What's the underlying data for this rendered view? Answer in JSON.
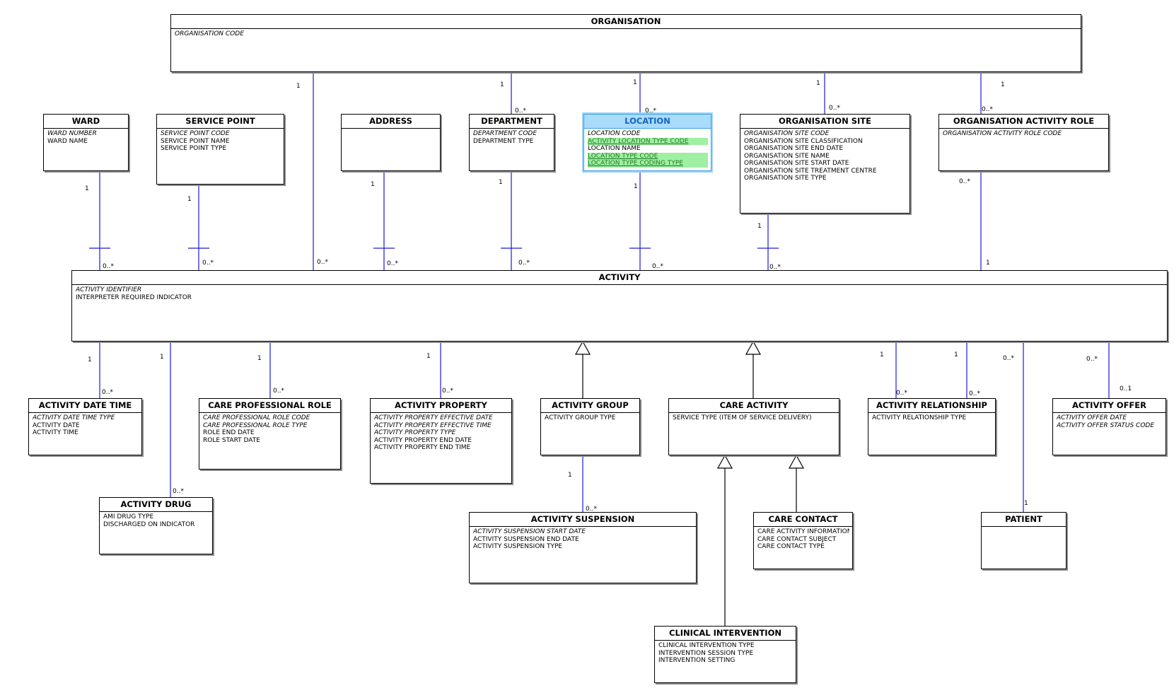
{
  "entities": [
    {
      "id": "organisation",
      "title": "ORGANISATION",
      "attrs": [
        {
          "text": "ORGANISATION CODE",
          "key": true
        }
      ]
    },
    {
      "id": "ward",
      "title": "WARD",
      "attrs": [
        {
          "text": "WARD NUMBER",
          "key": true
        },
        {
          "text": "WARD NAME"
        }
      ]
    },
    {
      "id": "service-point",
      "title": "SERVICE POINT",
      "attrs": [
        {
          "text": "SERVICE POINT CODE",
          "key": true
        },
        {
          "text": "SERVICE POINT NAME"
        },
        {
          "text": "SERVICE POINT TYPE"
        }
      ]
    },
    {
      "id": "address",
      "title": "ADDRESS",
      "attrs": []
    },
    {
      "id": "department",
      "title": "DEPARTMENT",
      "attrs": [
        {
          "text": "DEPARTMENT CODE",
          "key": true
        },
        {
          "text": "DEPARTMENT TYPE"
        }
      ]
    },
    {
      "id": "location",
      "title": "LOCATION",
      "selected": true,
      "attrs": [
        {
          "text": "LOCATION CODE",
          "key": true
        },
        {
          "text": "ACTIVITY LOCATION TYPE CODE",
          "highlight": true
        },
        {
          "text": "LOCATION NAME"
        },
        {
          "text": "LOCATION TYPE CODE",
          "highlight": true
        },
        {
          "text": "LOCATION TYPE CODING TYPE",
          "highlight": true
        }
      ]
    },
    {
      "id": "organisation-site",
      "title": "ORGANISATION SITE",
      "attrs": [
        {
          "text": "ORGANISATION SITE CODE",
          "key": true
        },
        {
          "text": "ORGANISATION SITE CLASSIFICATION"
        },
        {
          "text": "ORGANISATION SITE END DATE"
        },
        {
          "text": "ORGANISATION SITE NAME"
        },
        {
          "text": "ORGANISATION SITE START DATE"
        },
        {
          "text": "ORGANISATION SITE TREATMENT CENTRE"
        },
        {
          "text": "ORGANISATION SITE TYPE"
        }
      ]
    },
    {
      "id": "organisation-activity-role",
      "title": "ORGANISATION ACTIVITY ROLE",
      "attrs": [
        {
          "text": "ORGANISATION ACTIVITY ROLE CODE",
          "key": true
        }
      ]
    },
    {
      "id": "activity",
      "title": "ACTIVITY",
      "attrs": [
        {
          "text": "ACTIVITY IDENTIFIER",
          "key": true
        },
        {
          "text": "INTERPRETER REQUIRED INDICATOR"
        }
      ]
    },
    {
      "id": "activity-date-time",
      "title": "ACTIVITY DATE TIME",
      "attrs": [
        {
          "text": "ACTIVITY DATE TIME TYPE",
          "key": true
        },
        {
          "text": "ACTIVITY DATE"
        },
        {
          "text": "ACTIVITY TIME"
        }
      ]
    },
    {
      "id": "care-professional-role",
      "title": "CARE PROFESSIONAL ROLE",
      "attrs": [
        {
          "text": "CARE PROFESSIONAL ROLE CODE",
          "key": true
        },
        {
          "text": "CARE PROFESSIONAL ROLE TYPE",
          "key": true
        },
        {
          "text": "ROLE END DATE"
        },
        {
          "text": "ROLE START DATE"
        }
      ]
    },
    {
      "id": "activity-property",
      "title": "ACTIVITY PROPERTY",
      "attrs": [
        {
          "text": "ACTIVITY PROPERTY EFFECTIVE DATE",
          "key": true
        },
        {
          "text": "ACTIVITY PROPERTY EFFECTIVE TIME",
          "key": true
        },
        {
          "text": "ACTIVITY PROPERTY TYPE",
          "key": true
        },
        {
          "text": "ACTIVITY PROPERTY END DATE"
        },
        {
          "text": "ACTIVITY PROPERTY END TIME"
        }
      ]
    },
    {
      "id": "activity-group",
      "title": "ACTIVITY GROUP",
      "attrs": [
        {
          "text": "ACTIVITY GROUP TYPE"
        }
      ]
    },
    {
      "id": "care-activity",
      "title": "CARE ACTIVITY",
      "attrs": [
        {
          "text": "SERVICE TYPE (ITEM OF SERVICE DELIVERY)"
        }
      ]
    },
    {
      "id": "activity-relationship",
      "title": "ACTIVITY RELATIONSHIP",
      "attrs": [
        {
          "text": "ACTIVITY RELATIONSHIP TYPE"
        }
      ]
    },
    {
      "id": "activity-offer",
      "title": "ACTIVITY OFFER",
      "attrs": [
        {
          "text": "ACTIVITY OFFER DATE",
          "key": true
        },
        {
          "text": "ACTIVITY OFFER STATUS CODE",
          "key": true
        }
      ]
    },
    {
      "id": "activity-drug",
      "title": "ACTIVITY DRUG",
      "attrs": [
        {
          "text": "AMI DRUG TYPE"
        },
        {
          "text": "DISCHARGED ON INDICATOR"
        }
      ]
    },
    {
      "id": "activity-suspension",
      "title": "ACTIVITY SUSPENSION",
      "attrs": [
        {
          "text": "ACTIVITY SUSPENSION START DATE",
          "key": true
        },
        {
          "text": "ACTIVITY SUSPENSION END DATE"
        },
        {
          "text": "ACTIVITY SUSPENSION TYPE"
        }
      ]
    },
    {
      "id": "care-contact",
      "title": "CARE CONTACT",
      "attrs": [
        {
          "text": "CARE ACTIVITY INFORMATION"
        },
        {
          "text": "CARE CONTACT SUBJECT"
        },
        {
          "text": "CARE CONTACT TYPE"
        }
      ]
    },
    {
      "id": "patient",
      "title": "PATIENT",
      "attrs": []
    },
    {
      "id": "clinical-intervention",
      "title": "CLINICAL INTERVENTION",
      "attrs": [
        {
          "text": "CLINICAL INTERVENTION TYPE"
        },
        {
          "text": "INTERVENTION SESSION TYPE"
        },
        {
          "text": "INTERVENTION SETTING"
        }
      ]
    }
  ],
  "relationships": [
    {
      "id": "org-activity",
      "from": "organisation",
      "to": "activity",
      "from_mult": "1",
      "to_mult": "0..*"
    },
    {
      "id": "org-department",
      "from": "organisation",
      "to": "department",
      "from_mult": "1",
      "to_mult": "0..*"
    },
    {
      "id": "org-location",
      "from": "organisation",
      "to": "location",
      "from_mult": "1",
      "to_mult": "0..*"
    },
    {
      "id": "org-site",
      "from": "organisation",
      "to": "organisation-site",
      "from_mult": "1",
      "to_mult": "0..*"
    },
    {
      "id": "org-activity-role",
      "from": "organisation",
      "to": "organisation-activity-role",
      "from_mult": "1",
      "to_mult": "0..*"
    },
    {
      "id": "ward-activity",
      "from": "ward",
      "to": "activity",
      "from_mult": "1",
      "to_mult": "0..*"
    },
    {
      "id": "service-point-activity",
      "from": "service-point",
      "to": "activity",
      "from_mult": "1",
      "to_mult": "0..*"
    },
    {
      "id": "address-activity",
      "from": "address",
      "to": "activity",
      "from_mult": "1",
      "to_mult": "0..*"
    },
    {
      "id": "department-activity",
      "from": "department",
      "to": "activity",
      "from_mult": "1",
      "to_mult": "0..*"
    },
    {
      "id": "location-activity",
      "from": "location",
      "to": "activity",
      "from_mult": "1",
      "to_mult": "0..*"
    },
    {
      "id": "site-activity",
      "from": "organisation-site",
      "to": "activity",
      "from_mult": "1",
      "to_mult": "0..*"
    },
    {
      "id": "role-activity",
      "from": "organisation-activity-role",
      "to": "activity",
      "from_mult": "0..*",
      "to_mult": "1"
    },
    {
      "id": "activity-date-time-rel",
      "from": "activity",
      "to": "activity-date-time",
      "from_mult": "1",
      "to_mult": "0..*"
    },
    {
      "id": "activity-drug-rel",
      "from": "activity",
      "to": "activity-drug",
      "from_mult": "1",
      "to_mult": "0..*"
    },
    {
      "id": "care-professional-role-rel",
      "from": "activity",
      "to": "care-professional-role",
      "from_mult": "1",
      "to_mult": "0..*"
    },
    {
      "id": "activity-property-rel",
      "from": "activity",
      "to": "activity-property",
      "from_mult": "1",
      "to_mult": "0..*"
    },
    {
      "id": "activity-relationship-rel-1",
      "from": "activity",
      "to": "activity-relationship",
      "from_mult": "1",
      "to_mult": "0..*"
    },
    {
      "id": "activity-relationship-rel-2",
      "from": "activity",
      "to": "activity-relationship",
      "from_mult": "1",
      "to_mult": "0..*"
    },
    {
      "id": "activity-patient-rel",
      "from": "activity",
      "to": "patient",
      "from_mult": "0..*",
      "to_mult": "1"
    },
    {
      "id": "activity-offer-rel",
      "from": "activity",
      "to": "activity-offer",
      "from_mult": "0..*",
      "to_mult": "0..1"
    },
    {
      "id": "group-suspension-rel",
      "from": "activity-group",
      "to": "activity-suspension",
      "from_mult": "1",
      "to_mult": "0..*"
    }
  ],
  "generalizations": [
    {
      "id": "gen-activity-group",
      "child": "activity-group",
      "parent": "activity"
    },
    {
      "id": "gen-care-activity",
      "child": "care-activity",
      "parent": "activity"
    },
    {
      "id": "gen-clinical-intervention",
      "child": "clinical-intervention",
      "parent": "care-activity"
    },
    {
      "id": "gen-care-contact",
      "child": "care-contact",
      "parent": "care-activity"
    }
  ],
  "colors": {
    "association_line": "#1a1ad8",
    "generalization_line": "#000000",
    "selected_header": "#a9dbfb",
    "selected_title": "#1565c0",
    "highlight_attr": "#9ff0a3"
  }
}
